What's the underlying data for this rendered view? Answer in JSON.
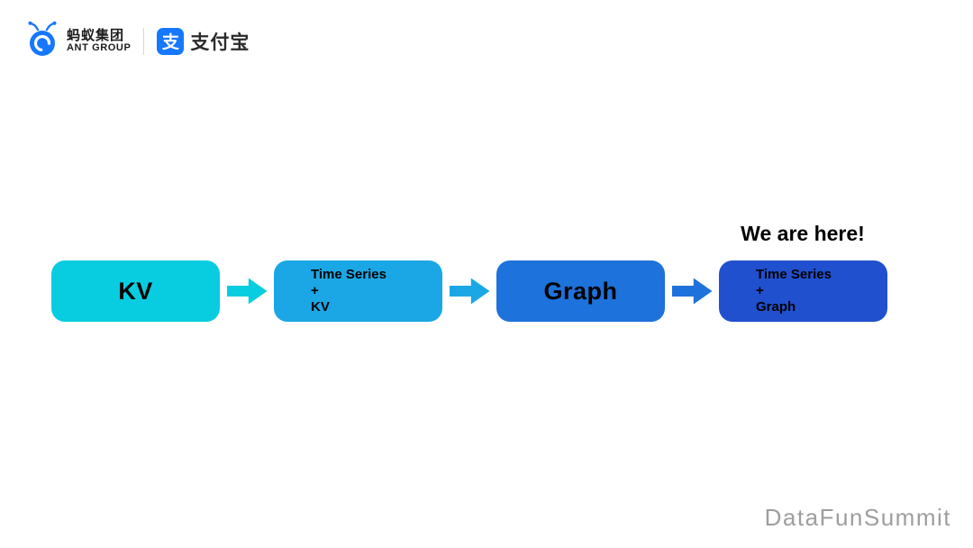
{
  "header": {
    "ant_group": {
      "name_cn": "蚂蚁集团",
      "name_en": "ANT GROUP"
    },
    "alipay": {
      "badge_glyph": "支",
      "name": "支付宝"
    },
    "brand_blue": "#1677FF"
  },
  "diagram": {
    "we_are_here_label": "We are here!",
    "nodes": [
      {
        "color": "#08CDE0",
        "lines": [
          "KV"
        ]
      },
      {
        "color": "#1BA7E5",
        "lines": [
          "Time Series",
          "+",
          "KV"
        ]
      },
      {
        "color": "#1D72DB",
        "lines": [
          "Graph"
        ]
      },
      {
        "color": "#2050CE",
        "lines": [
          "Time Series",
          "+",
          "Graph"
        ]
      }
    ],
    "arrows": [
      {
        "color": "#08CDE0"
      },
      {
        "color": "#1BA7E5"
      },
      {
        "color": "#1D72DB"
      }
    ]
  },
  "footer": {
    "watermark": "DataFunSummit"
  }
}
